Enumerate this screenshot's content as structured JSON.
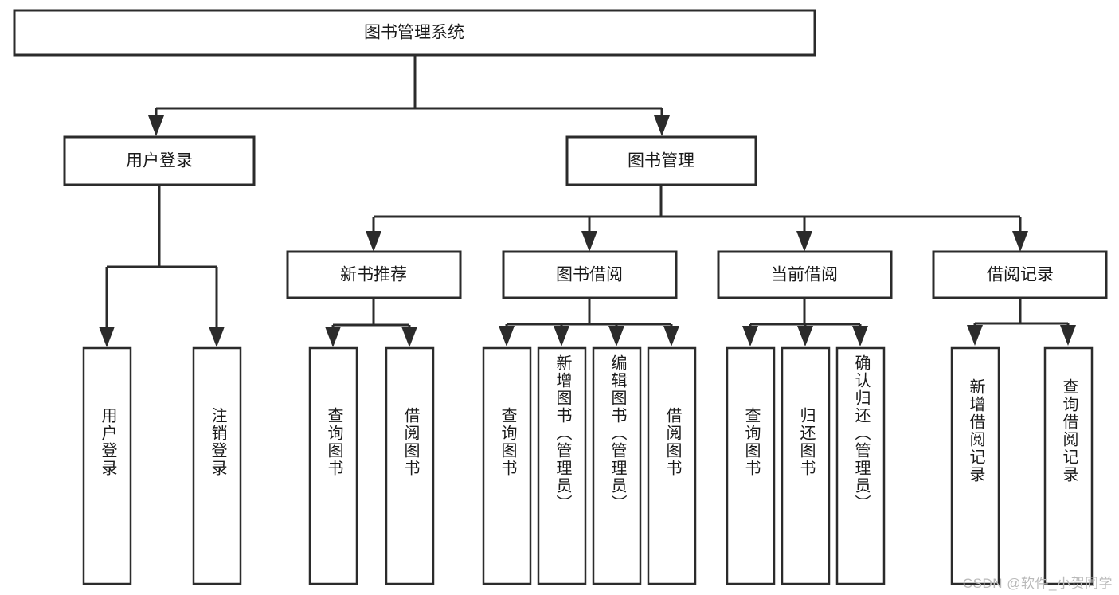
{
  "title": "图书管理系统",
  "watermark": "CSDN @软件_小贺同学",
  "colors": {
    "stroke": "#2b2b2b",
    "fill": "#ffffff",
    "text": "#1a1a1a",
    "watermark": "#b9b9b9"
  },
  "chart_data": {
    "type": "diagram",
    "diagram_kind": "tree-hierarchy",
    "title": "图书管理系统",
    "orientation": "top-down",
    "levels": 4,
    "root": {
      "label": "图书管理系统",
      "children": [
        {
          "label": "用户登录",
          "children": [
            {
              "label": "用户登录"
            },
            {
              "label": "注销登录"
            }
          ]
        },
        {
          "label": "图书管理",
          "children": [
            {
              "label": "新书推荐",
              "children": [
                {
                  "label": "查询图书"
                },
                {
                  "label": "借阅图书"
                }
              ]
            },
            {
              "label": "图书借阅",
              "children": [
                {
                  "label": "查询图书"
                },
                {
                  "label": "新增图书（管理员）"
                },
                {
                  "label": "编辑图书（管理员）"
                },
                {
                  "label": "借阅图书"
                }
              ]
            },
            {
              "label": "当前借阅",
              "children": [
                {
                  "label": "查询图书"
                },
                {
                  "label": "归还图书"
                },
                {
                  "label": "确认归还（管理员）"
                }
              ]
            },
            {
              "label": "借阅记录",
              "children": [
                {
                  "label": "新增借阅记录"
                },
                {
                  "label": "查询借阅记录"
                }
              ]
            }
          ]
        }
      ]
    }
  },
  "nodes": {
    "root": {
      "label": "图书管理系统"
    },
    "level2": [
      {
        "id": "user-login",
        "label": "用户登录"
      },
      {
        "id": "book-management",
        "label": "图书管理"
      }
    ],
    "level3": [
      {
        "id": "new-book-recommend",
        "label": "新书推荐"
      },
      {
        "id": "book-borrow",
        "label": "图书借阅"
      },
      {
        "id": "current-borrow",
        "label": "当前借阅"
      },
      {
        "id": "borrow-record",
        "label": "借阅记录"
      }
    ],
    "leaves": [
      {
        "id": "leaf-user-login",
        "label": "用户登录"
      },
      {
        "id": "leaf-logout",
        "label": "注销登录"
      },
      {
        "id": "leaf-query-book-1",
        "label": "查询图书"
      },
      {
        "id": "leaf-borrow-book-1",
        "label": "借阅图书"
      },
      {
        "id": "leaf-query-book-2",
        "label": "查询图书"
      },
      {
        "id": "leaf-add-book-admin",
        "label": "新增图书（管理员）"
      },
      {
        "id": "leaf-edit-book-admin",
        "label": "编辑图书（管理员）"
      },
      {
        "id": "leaf-borrow-book-2",
        "label": "借阅图书"
      },
      {
        "id": "leaf-query-book-3",
        "label": "查询图书"
      },
      {
        "id": "leaf-return-book",
        "label": "归还图书"
      },
      {
        "id": "leaf-confirm-return-admin",
        "label": "确认归还（管理员）"
      },
      {
        "id": "leaf-add-record",
        "label": "新增借阅记录"
      },
      {
        "id": "leaf-query-record",
        "label": "查询借阅记录"
      }
    ]
  }
}
